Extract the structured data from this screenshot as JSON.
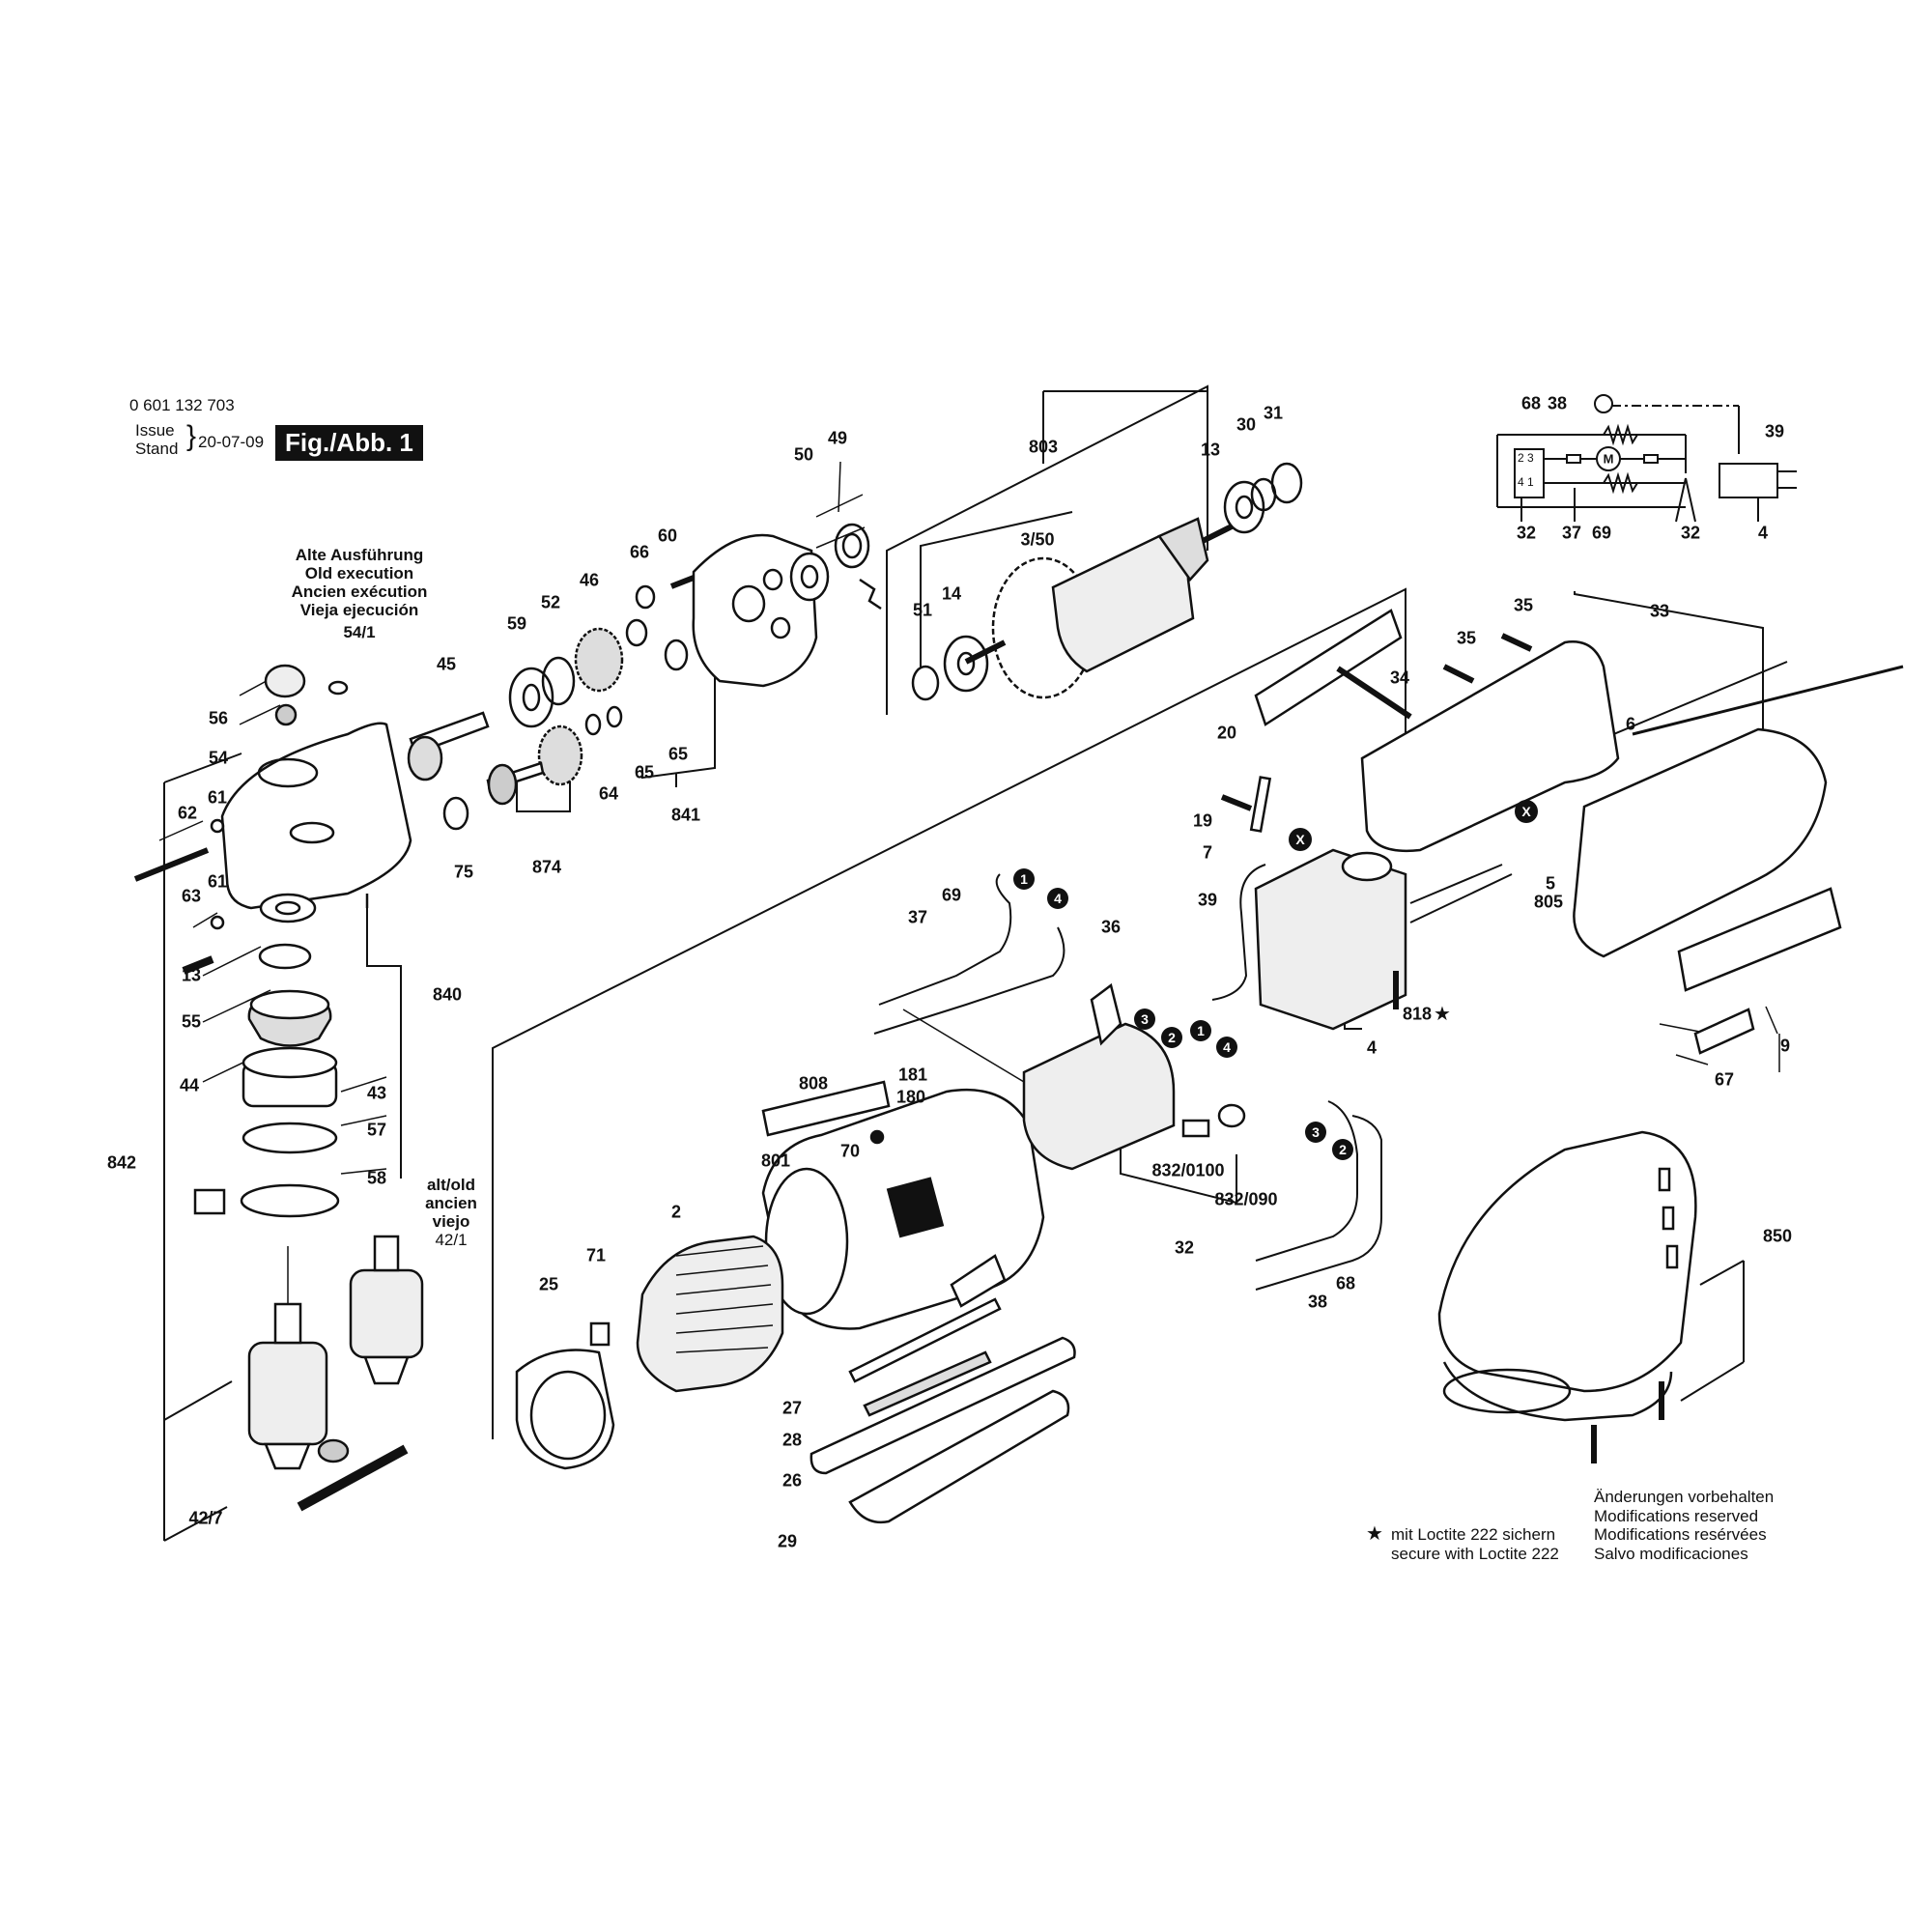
{
  "header": {
    "part_number": "0 601 132 703",
    "issue_label": "Issue",
    "stand_label": "Stand",
    "date": "20-07-09",
    "figure": "Fig./Abb. 1"
  },
  "old_execution": {
    "lines": [
      "Alte Ausführung",
      "Old execution",
      "Ancien exécution",
      "Vieja ejecución"
    ],
    "part": "54/1"
  },
  "alt_old": {
    "lines": [
      "alt/old",
      "ancien",
      "viejo"
    ],
    "part": "42/1"
  },
  "notes": {
    "loctite_de": "mit Loctite 222 sichern",
    "loctite_en": "secure with Loctite 222",
    "modifications": [
      "Änderungen vorbehalten",
      "Modifications reserved",
      "Modifications resérvées",
      "Salvo modificaciones"
    ]
  },
  "callouts": [
    {
      "id": "c-803",
      "label": "803"
    },
    {
      "id": "c-13a",
      "label": "13"
    },
    {
      "id": "c-30",
      "label": "30"
    },
    {
      "id": "c-31",
      "label": "31"
    },
    {
      "id": "c-50",
      "label": "50"
    },
    {
      "id": "c-49",
      "label": "49"
    },
    {
      "id": "c-66",
      "label": "66"
    },
    {
      "id": "c-60",
      "label": "60"
    },
    {
      "id": "c-3-50",
      "label": "3/50"
    },
    {
      "id": "c-46",
      "label": "46"
    },
    {
      "id": "c-52",
      "label": "52"
    },
    {
      "id": "c-59",
      "label": "59"
    },
    {
      "id": "c-14",
      "label": "14"
    },
    {
      "id": "c-51",
      "label": "51"
    },
    {
      "id": "c-45",
      "label": "45"
    },
    {
      "id": "c-56",
      "label": "56"
    },
    {
      "id": "c-54",
      "label": "54"
    },
    {
      "id": "c-62",
      "label": "62"
    },
    {
      "id": "c-61a",
      "label": "61"
    },
    {
      "id": "c-64",
      "label": "64"
    },
    {
      "id": "c-65a",
      "label": "65"
    },
    {
      "id": "c-65b",
      "label": "65"
    },
    {
      "id": "c-841",
      "label": "841"
    },
    {
      "id": "c-874",
      "label": "874"
    },
    {
      "id": "c-75",
      "label": "75"
    },
    {
      "id": "c-63",
      "label": "63"
    },
    {
      "id": "c-61b",
      "label": "61"
    },
    {
      "id": "c-13b",
      "label": "13"
    },
    {
      "id": "c-55",
      "label": "55"
    },
    {
      "id": "c-840",
      "label": "840"
    },
    {
      "id": "c-44",
      "label": "44"
    },
    {
      "id": "c-43",
      "label": "43"
    },
    {
      "id": "c-57",
      "label": "57"
    },
    {
      "id": "c-58",
      "label": "58"
    },
    {
      "id": "c-842",
      "label": "842"
    },
    {
      "id": "c-42-7",
      "label": "42/7"
    },
    {
      "id": "c-68",
      "label": "68"
    },
    {
      "id": "c-38",
      "label": "38"
    },
    {
      "id": "c-39",
      "label": "39"
    },
    {
      "id": "c-32a",
      "label": "32"
    },
    {
      "id": "c-37",
      "label": "37"
    },
    {
      "id": "c-69",
      "label": "69"
    },
    {
      "id": "c-32b",
      "label": "32"
    },
    {
      "id": "c-4a",
      "label": "4"
    },
    {
      "id": "c-35a",
      "label": "35"
    },
    {
      "id": "c-33",
      "label": "33"
    },
    {
      "id": "c-35b",
      "label": "35"
    },
    {
      "id": "c-34",
      "label": "34"
    },
    {
      "id": "c-20",
      "label": "20"
    },
    {
      "id": "c-6",
      "label": "6"
    },
    {
      "id": "c-19",
      "label": "19"
    },
    {
      "id": "c-7",
      "label": "7"
    },
    {
      "id": "c-39b",
      "label": "39"
    },
    {
      "id": "c-5",
      "label": "5"
    },
    {
      "id": "c-805",
      "label": "805"
    },
    {
      "id": "c-69b",
      "label": "69"
    },
    {
      "id": "c-37b",
      "label": "37"
    },
    {
      "id": "c-36",
      "label": "36"
    },
    {
      "id": "c-818",
      "label": "818"
    },
    {
      "id": "c-4b",
      "label": "4"
    },
    {
      "id": "c-9",
      "label": "9"
    },
    {
      "id": "c-67",
      "label": "67"
    },
    {
      "id": "c-808",
      "label": "808"
    },
    {
      "id": "c-181",
      "label": "181"
    },
    {
      "id": "c-180",
      "label": "180"
    },
    {
      "id": "c-70",
      "label": "70"
    },
    {
      "id": "c-801",
      "label": "801"
    },
    {
      "id": "c-832-0100",
      "label": "832/0100"
    },
    {
      "id": "c-832-090",
      "label": "832/090"
    },
    {
      "id": "c-32c",
      "label": "32"
    },
    {
      "id": "c-2",
      "label": "2"
    },
    {
      "id": "c-25",
      "label": "25"
    },
    {
      "id": "c-71",
      "label": "71"
    },
    {
      "id": "c-38b",
      "label": "38"
    },
    {
      "id": "c-68b",
      "label": "68"
    },
    {
      "id": "c-850",
      "label": "850"
    },
    {
      "id": "c-27",
      "label": "27"
    },
    {
      "id": "c-28",
      "label": "28"
    },
    {
      "id": "c-26",
      "label": "26"
    },
    {
      "id": "c-29",
      "label": "29"
    }
  ],
  "markers": [
    {
      "id": "m1a",
      "label": "1"
    },
    {
      "id": "m4a",
      "label": "4"
    },
    {
      "id": "m3a",
      "label": "3"
    },
    {
      "id": "m2a",
      "label": "2"
    },
    {
      "id": "m1b",
      "label": "1"
    },
    {
      "id": "m4b",
      "label": "4"
    },
    {
      "id": "m3b",
      "label": "3"
    },
    {
      "id": "m2b",
      "label": "2"
    },
    {
      "id": "mxa",
      "label": "X"
    },
    {
      "id": "mxb",
      "label": "X"
    }
  ],
  "schematic_text": {
    "a": "2 3",
    "b": "4 1",
    "motor": "M"
  }
}
